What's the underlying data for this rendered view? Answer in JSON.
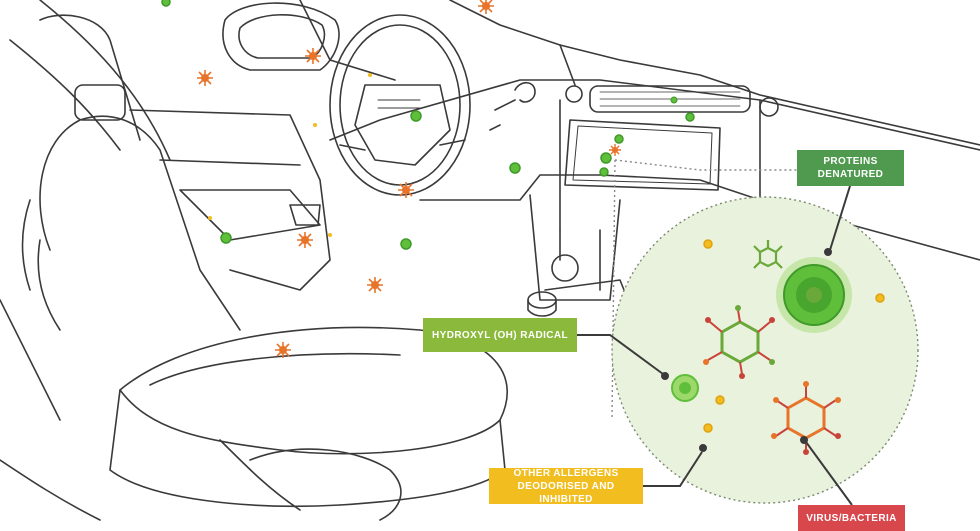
{
  "labels": {
    "proteins_line1": "PROTEINS",
    "proteins_line2": "DENATURED",
    "hydroxyl": "HYDROXYL (OH) RADICAL",
    "allergens_line1": "OTHER ALLERGENS",
    "allergens_line2": "DEODORISED AND INHIBITED",
    "virus": "VIRUS/BACTERIA"
  },
  "colors": {
    "proteins_label": "#4f9a4f",
    "hydroxyl_label": "#8bb93c",
    "allergens_label": "#f2bd1f",
    "virus_label": "#d8474c",
    "zoom_circle_fill": "#e9f2dc",
    "particle_green": "#5fbf3a",
    "particle_orange": "#e8742a",
    "particle_yellow": "#f2bd1f",
    "virus_orange": "#e8742a",
    "virus_red": "#c9433a",
    "line_art": "#3a3a3a"
  },
  "icons": {
    "hydroxyl_particle": "green-dot-icon",
    "allergen_particle": "orange-spiky-allergen-icon",
    "yellow_particle": "yellow-dot-icon",
    "virus": "virus-icon",
    "protein": "denatured-protein-icon"
  }
}
